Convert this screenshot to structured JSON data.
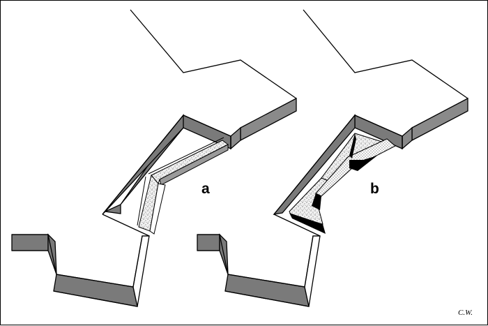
{
  "figure": {
    "panels": [
      {
        "id": "a",
        "label": "a"
      },
      {
        "id": "b",
        "label": "b"
      }
    ],
    "signature": "C.W.",
    "colors": {
      "outline": "#000000",
      "wall": "#7f7f7f",
      "fill_speckle": "#efefef",
      "paper": "#ffffff"
    }
  }
}
